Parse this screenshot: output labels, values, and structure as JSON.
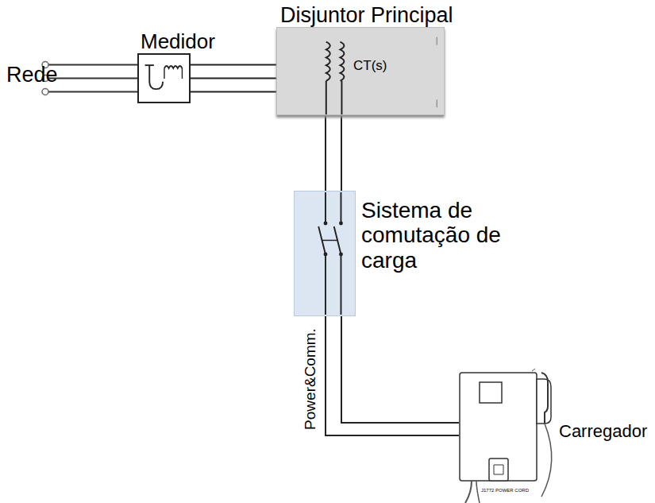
{
  "diagram": {
    "nodes": [
      {
        "text": [
          "Medidor"
        ]
      },
      {
        "text": [
          "Disjuntor Principal",
          "CT(s)"
        ]
      },
      {
        "text": [
          "Sistema de comutação de carga"
        ]
      },
      {
        "text": [
          "Carregador"
        ]
      }
    ],
    "edges": [
      {
        "from": 0,
        "to": 1,
        "arrow": "none"
      },
      {
        "from": 1,
        "to": 2,
        "arrow": "none"
      },
      {
        "from": 2,
        "to": 3,
        "label": "Power&Comm.",
        "arrow": "none"
      }
    ],
    "labels": [
      "Rede",
      "J1772 POWER CORD"
    ]
  }
}
